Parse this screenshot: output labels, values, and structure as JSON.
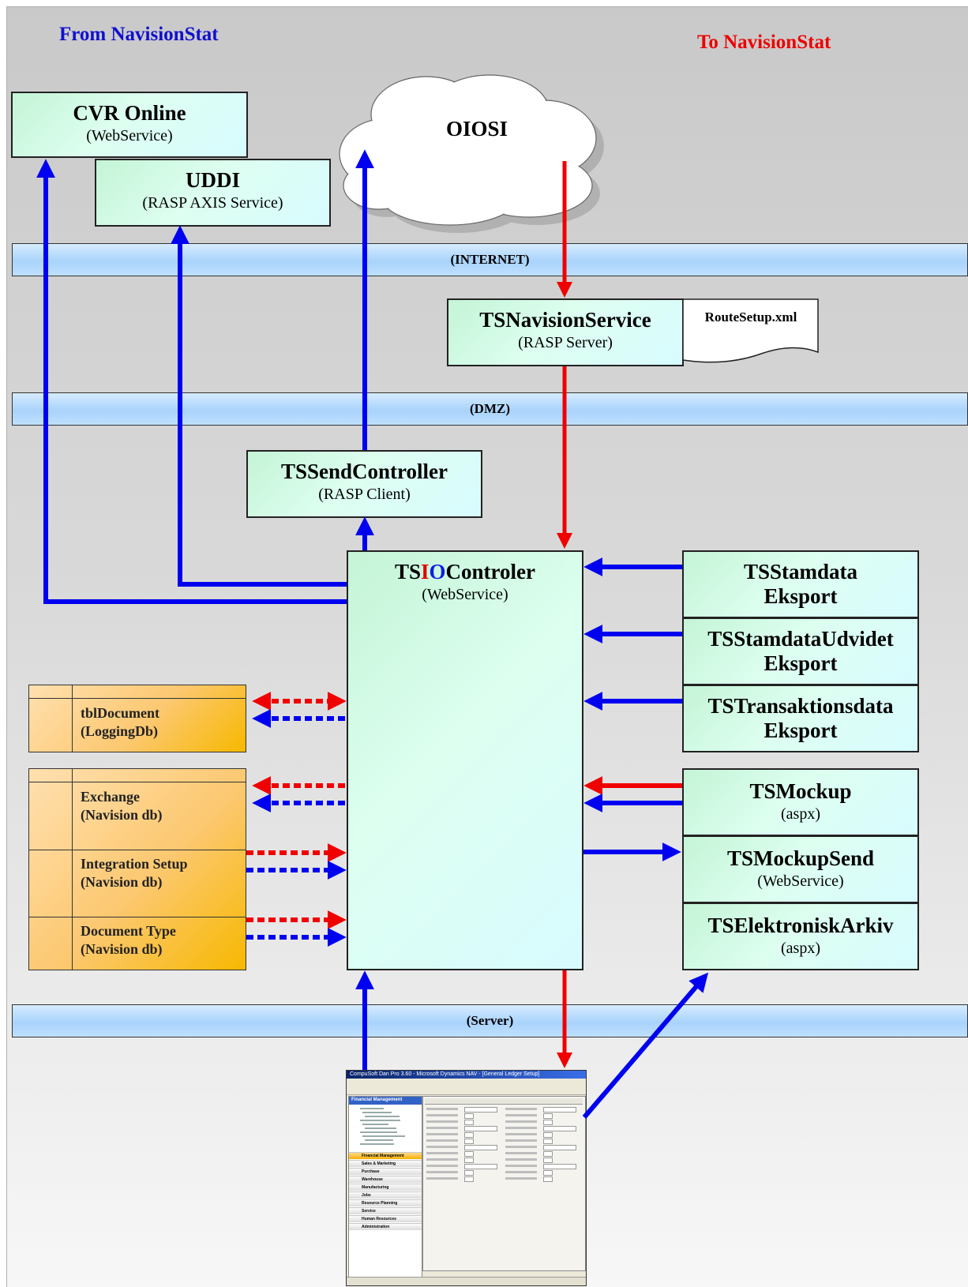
{
  "headers": {
    "from": "From NavisionStat",
    "to": "To NavisionStat"
  },
  "colors": {
    "blue_arrow": "#0000f0",
    "red_arrow": "#f00000",
    "from_header": "#1010d0",
    "to_header": "#ee0000"
  },
  "cloud": {
    "label": "OIOSI"
  },
  "bands": {
    "internet": "(INTERNET)",
    "dmz": "(DMZ)",
    "server": "(Server)"
  },
  "boxes": {
    "cvr_online": {
      "title": "CVR Online",
      "sub": "(WebService)"
    },
    "uddi": {
      "title": "UDDI",
      "sub": "(RASP AXIS Service)"
    },
    "ts_navision_service": {
      "title": "TSNavisionService",
      "sub": "(RASP Server)"
    },
    "route_setup": {
      "label": "RouteSetup.xml"
    },
    "ts_send_controller": {
      "title": "TSSendController",
      "sub": "(RASP Client)"
    },
    "ts_io_controler": {
      "title_pre": "TS",
      "title_i": "I",
      "title_o": "O",
      "title_post": "Controler",
      "sub": "(WebService)"
    },
    "ts_stamdata": {
      "line1": "TSStamdata",
      "line2": "Eksport"
    },
    "ts_stamdata_udvidet": {
      "line1": "TSStamdataUdvidet",
      "line2": "Eksport"
    },
    "ts_transaktionsdata": {
      "line1": "TSTransaktionsdata",
      "line2": "Eksport"
    },
    "ts_mockup": {
      "title": "TSMockup",
      "sub": "(aspx)"
    },
    "ts_mockup_send": {
      "title": "TSMockupSend",
      "sub": "(WebService)"
    },
    "ts_elektronisk_arkiv": {
      "title": "TSElektroniskArkiv",
      "sub": "(aspx)"
    }
  },
  "tables": {
    "tbl_document": {
      "line1": "tblDocument",
      "line2": "(LoggingDb)"
    },
    "exchange": {
      "line1": "Exchange",
      "line2": "(Navision db)"
    },
    "integration_setup": {
      "line1": "Integration Setup",
      "line2": "(Navision db)"
    },
    "document_type": {
      "line1": "Document Type",
      "line2": "(Navision db)"
    }
  },
  "screenshot": {
    "title": "CompuSoft Dan Pro 3.60 - Microsoft Dynamics NAV - [General Ledger Setup]",
    "nav_header": "Financial Management",
    "nav_items": [
      "Financial Management",
      "Sales & Marketing",
      "Purchase",
      "Warehouse",
      "Manufacturing",
      "Jobs",
      "Resource Planning",
      "Service",
      "Human Resources",
      "Administration"
    ]
  }
}
